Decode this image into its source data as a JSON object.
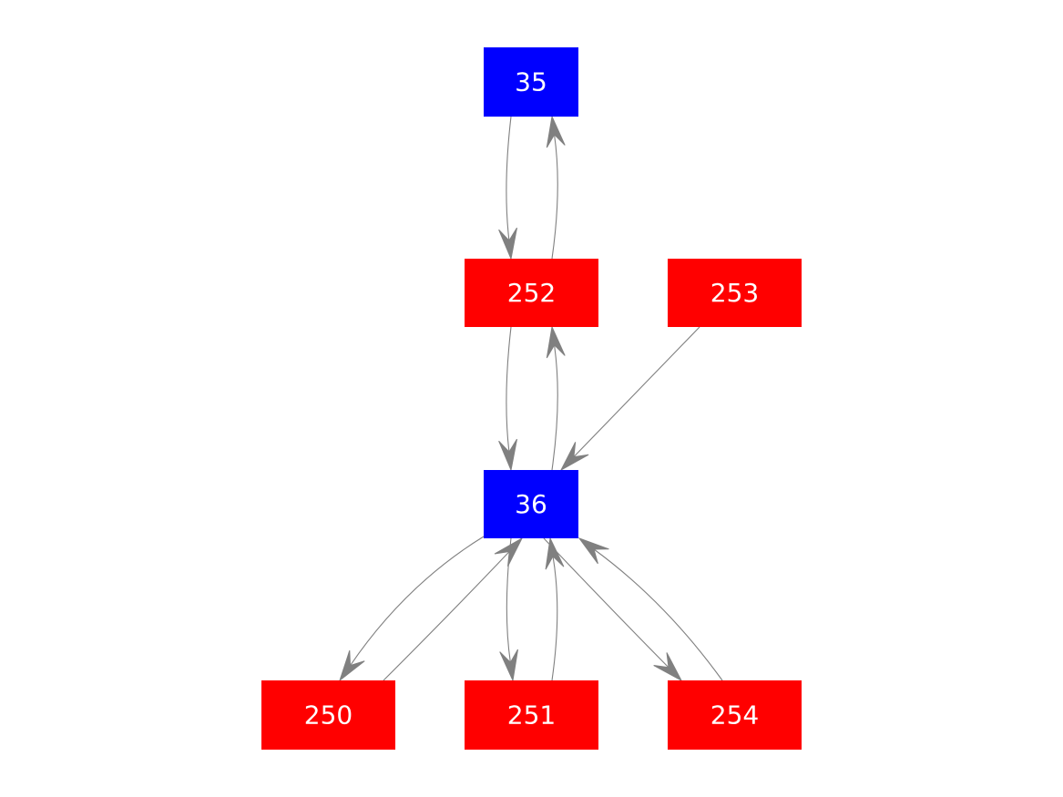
{
  "diagram": {
    "nodes": [
      {
        "id": "35",
        "label": "35",
        "color": "#0000ff"
      },
      {
        "id": "252",
        "label": "252",
        "color": "#ff0000"
      },
      {
        "id": "253",
        "label": "253",
        "color": "#ff0000"
      },
      {
        "id": "36",
        "label": "36",
        "color": "#0000ff"
      },
      {
        "id": "250",
        "label": "250",
        "color": "#ff0000"
      },
      {
        "id": "251",
        "label": "251",
        "color": "#ff0000"
      },
      {
        "id": "254",
        "label": "254",
        "color": "#ff0000"
      }
    ],
    "edges": [
      {
        "from": "35",
        "to": "252"
      },
      {
        "from": "252",
        "to": "35"
      },
      {
        "from": "252",
        "to": "36"
      },
      {
        "from": "36",
        "to": "252"
      },
      {
        "from": "253",
        "to": "36"
      },
      {
        "from": "36",
        "to": "250"
      },
      {
        "from": "250",
        "to": "36"
      },
      {
        "from": "36",
        "to": "251"
      },
      {
        "from": "251",
        "to": "36"
      },
      {
        "from": "36",
        "to": "254"
      },
      {
        "from": "254",
        "to": "36"
      }
    ],
    "edge_color": "#808080"
  }
}
